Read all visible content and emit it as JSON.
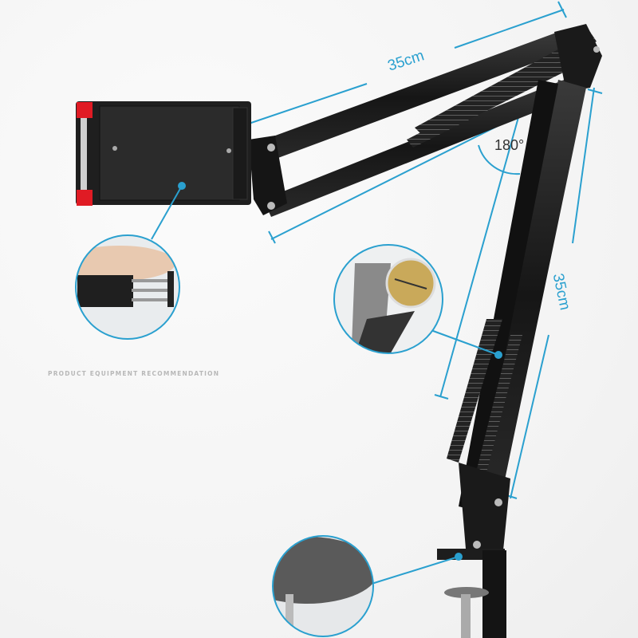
{
  "product": {
    "type": "tablet-arm-stand",
    "caption": "PRODUCT EQUIPMENT RECOMMENDATION"
  },
  "dimensions": {
    "upper_arm_length": "35cm",
    "lower_arm_length": "35cm",
    "rotation_angle": "180°"
  },
  "callouts": [
    {
      "id": "holder-detail",
      "description": "hand holding tablet clamp"
    },
    {
      "id": "thickness-detail",
      "description": "caliper measuring arm tube"
    },
    {
      "id": "clamp-detail",
      "description": "desk edge clamp pad"
    }
  ],
  "colors": {
    "dimension_line": "#2aa0cf",
    "background": "#f5f5f5",
    "metal": "#1c1c1c",
    "accent_red": "#e01b24"
  }
}
